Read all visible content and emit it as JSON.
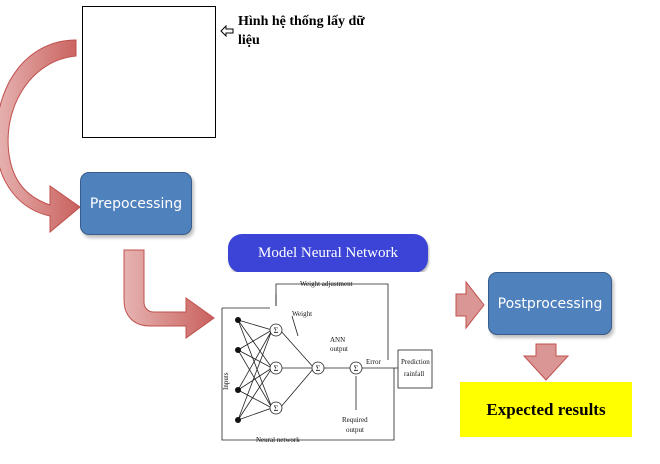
{
  "image_placeholder": {
    "caption": "Hình hệ thống lấy dữ liệu"
  },
  "stages": {
    "preprocessing": "Prepocessing",
    "model": "Model Neural Network",
    "postprocessing": "Postprocessing",
    "results": "Expected results"
  },
  "neural_network": {
    "weight_adjustment": "Weight adjustment",
    "weight": "Weight",
    "ann_output_1": "ANN",
    "ann_output_2": "output",
    "error": "Error",
    "prediction_1": "Prediction",
    "prediction_2": "rainfall",
    "required_1": "Required",
    "required_2": "output",
    "inputs": "Inputs",
    "neural_network": "Neural network",
    "sum_symbol": "Σ"
  },
  "colors": {
    "stage_fill": "#4f81bd",
    "model_fill": "#3b44d6",
    "results_fill": "#ffff00",
    "arrow_fill": "#d99694",
    "arrow_stroke": "#c0504d"
  }
}
